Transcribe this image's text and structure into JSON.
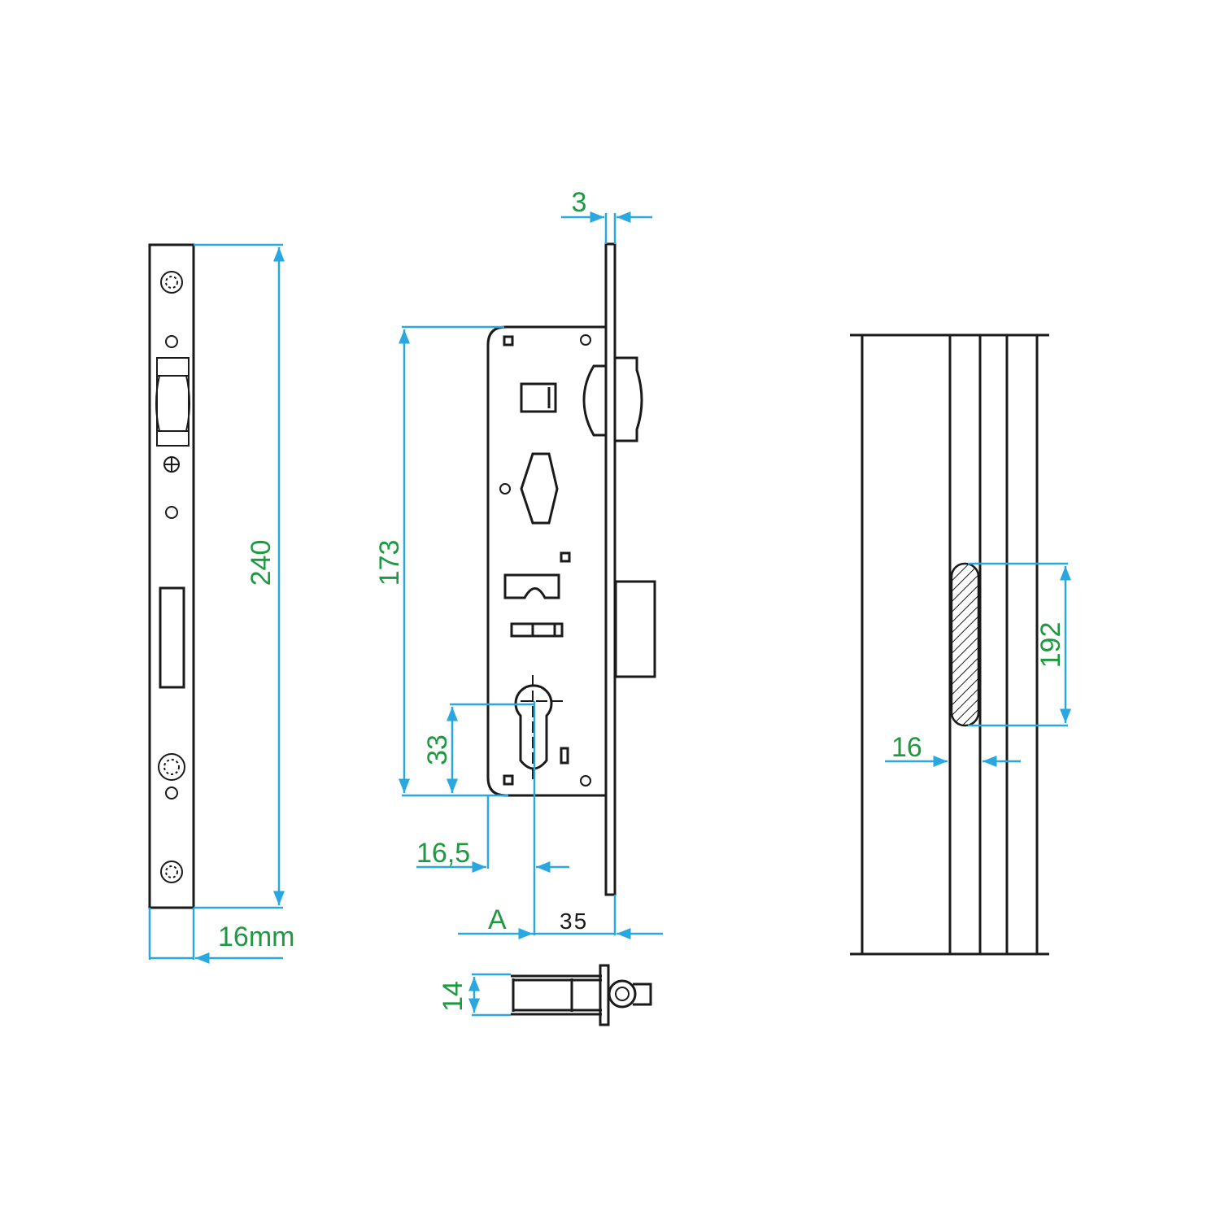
{
  "colors": {
    "dimension": "#29a8e0",
    "label": "#1e9940",
    "outline": "#1a1a1a"
  },
  "front_view": {
    "height_label": "240",
    "width_label": "16mm"
  },
  "side_view": {
    "faceplate_thickness_label": "3",
    "case_height_label": "173",
    "cylinder_offset_label": "33",
    "cylinder_inset_label": "16,5",
    "backset_label": "A",
    "backset_value_label": "35",
    "latch_width_label": "14"
  },
  "profile_view": {
    "cutout_height_label": "192",
    "cutout_width_label": "16"
  }
}
